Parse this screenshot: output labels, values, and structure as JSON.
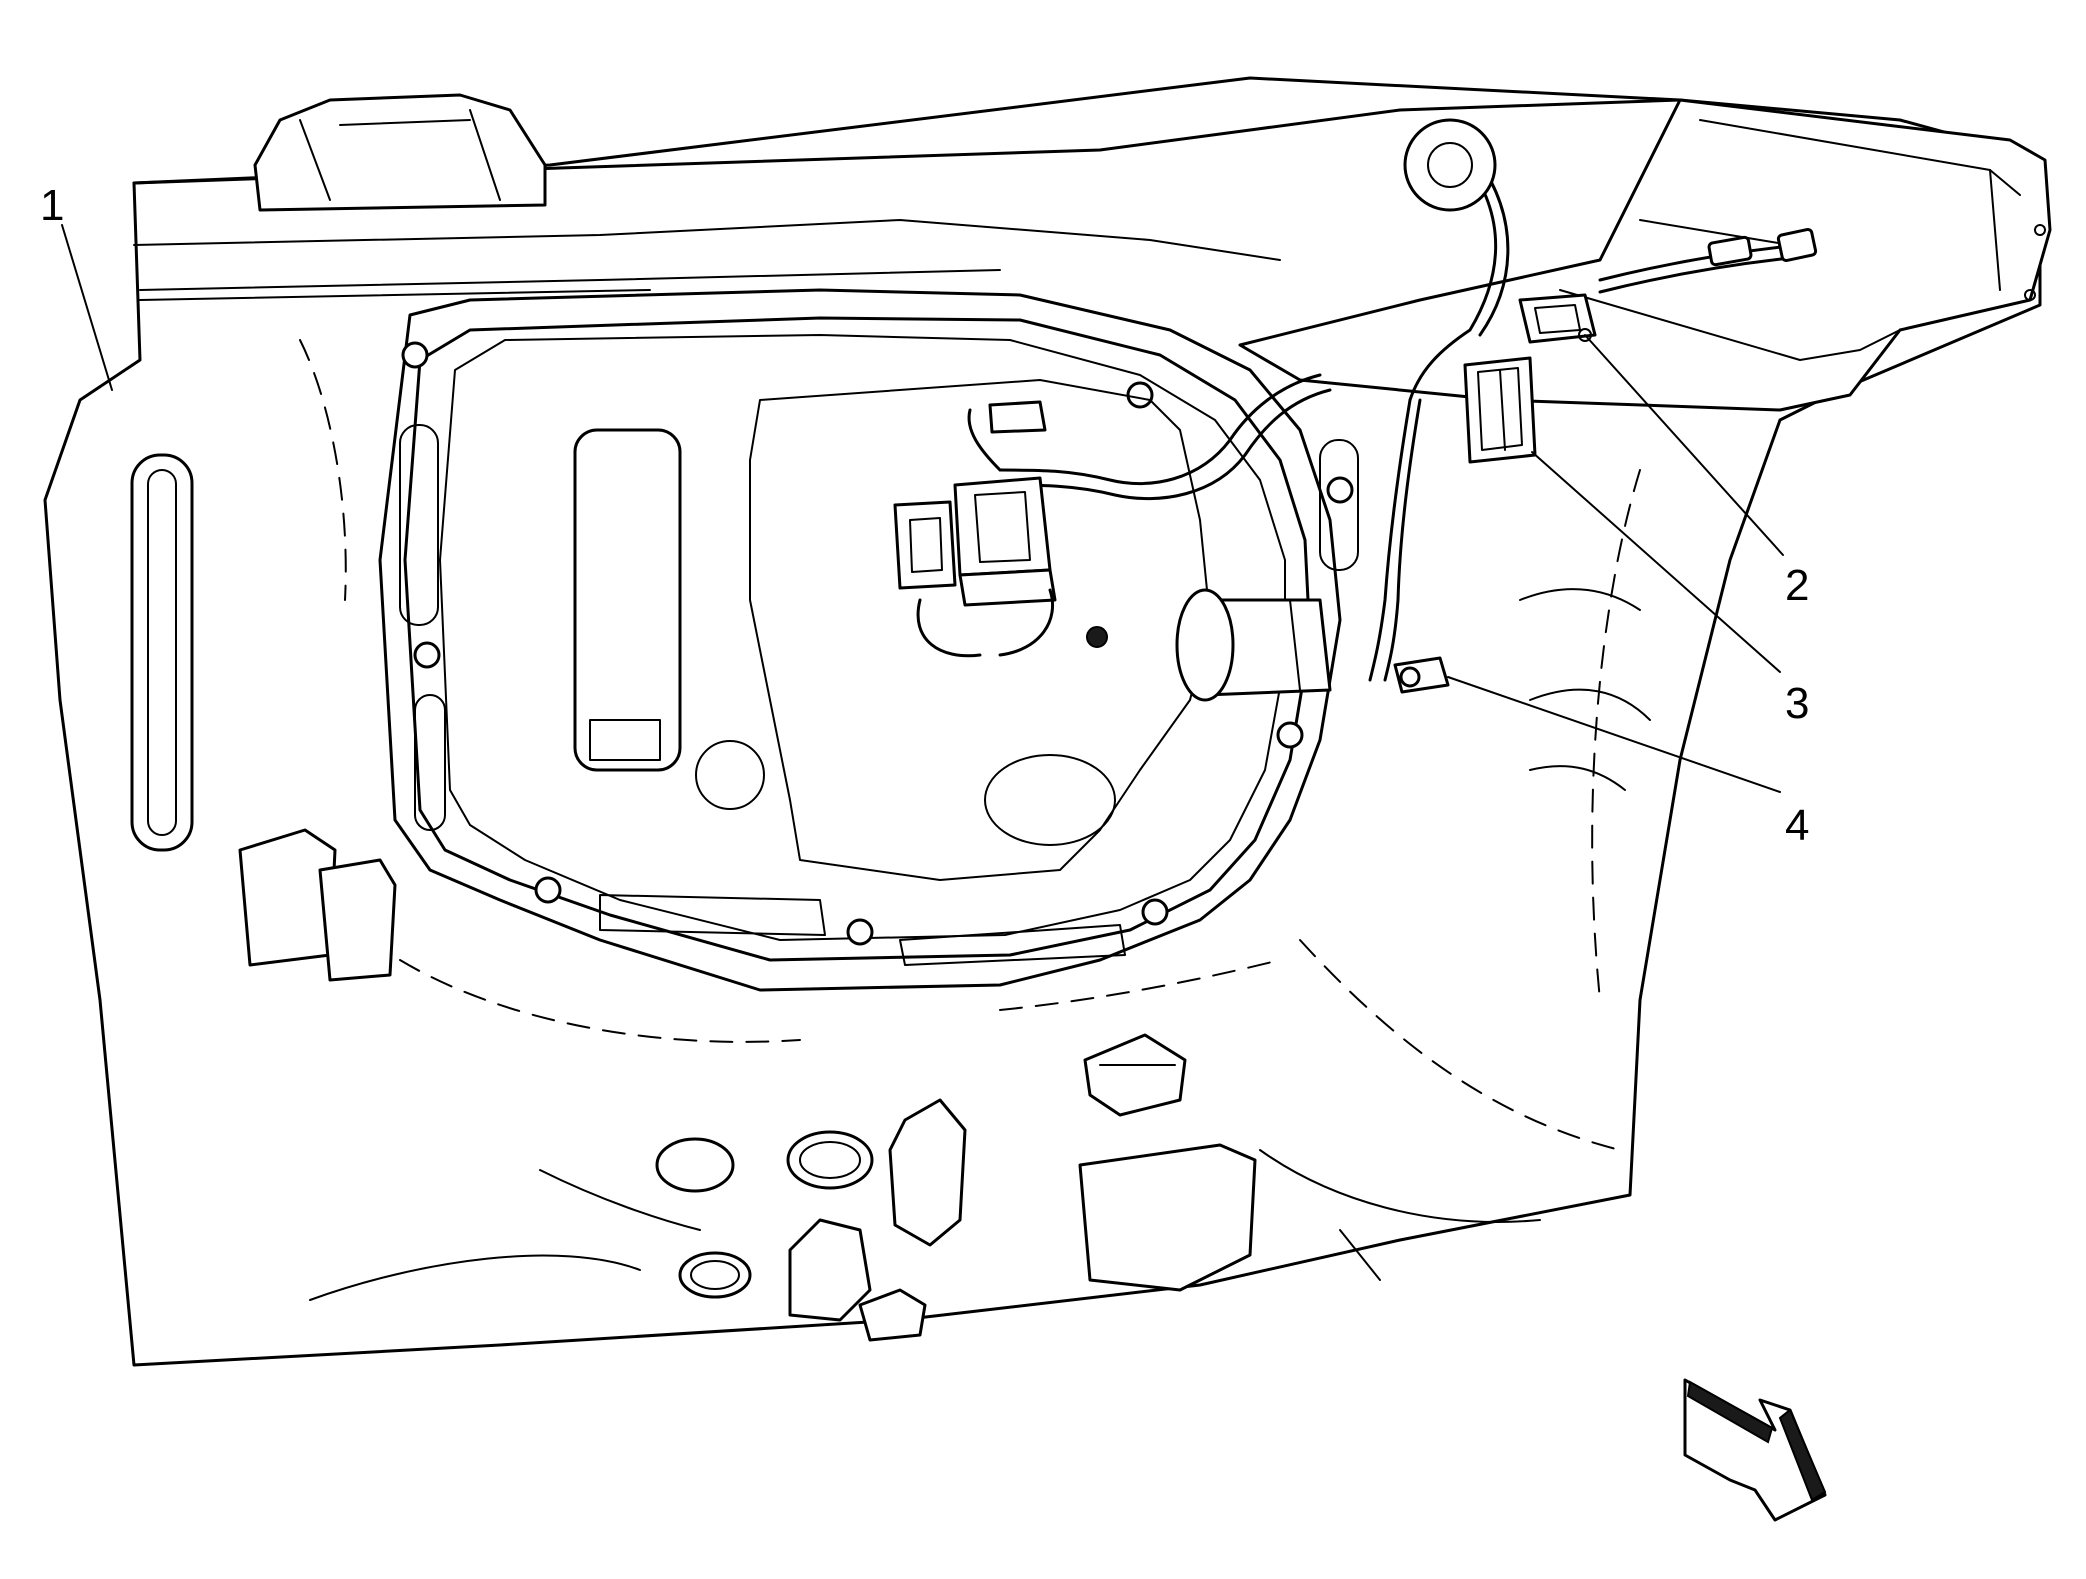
{
  "figure": {
    "callouts": [
      {
        "id": "callout-1",
        "label": "1"
      },
      {
        "id": "callout-2",
        "label": "2"
      },
      {
        "id": "callout-3",
        "label": "3"
      },
      {
        "id": "callout-4",
        "label": "4"
      }
    ],
    "direction_arrow": "front-of-vehicle-arrow-icon"
  }
}
